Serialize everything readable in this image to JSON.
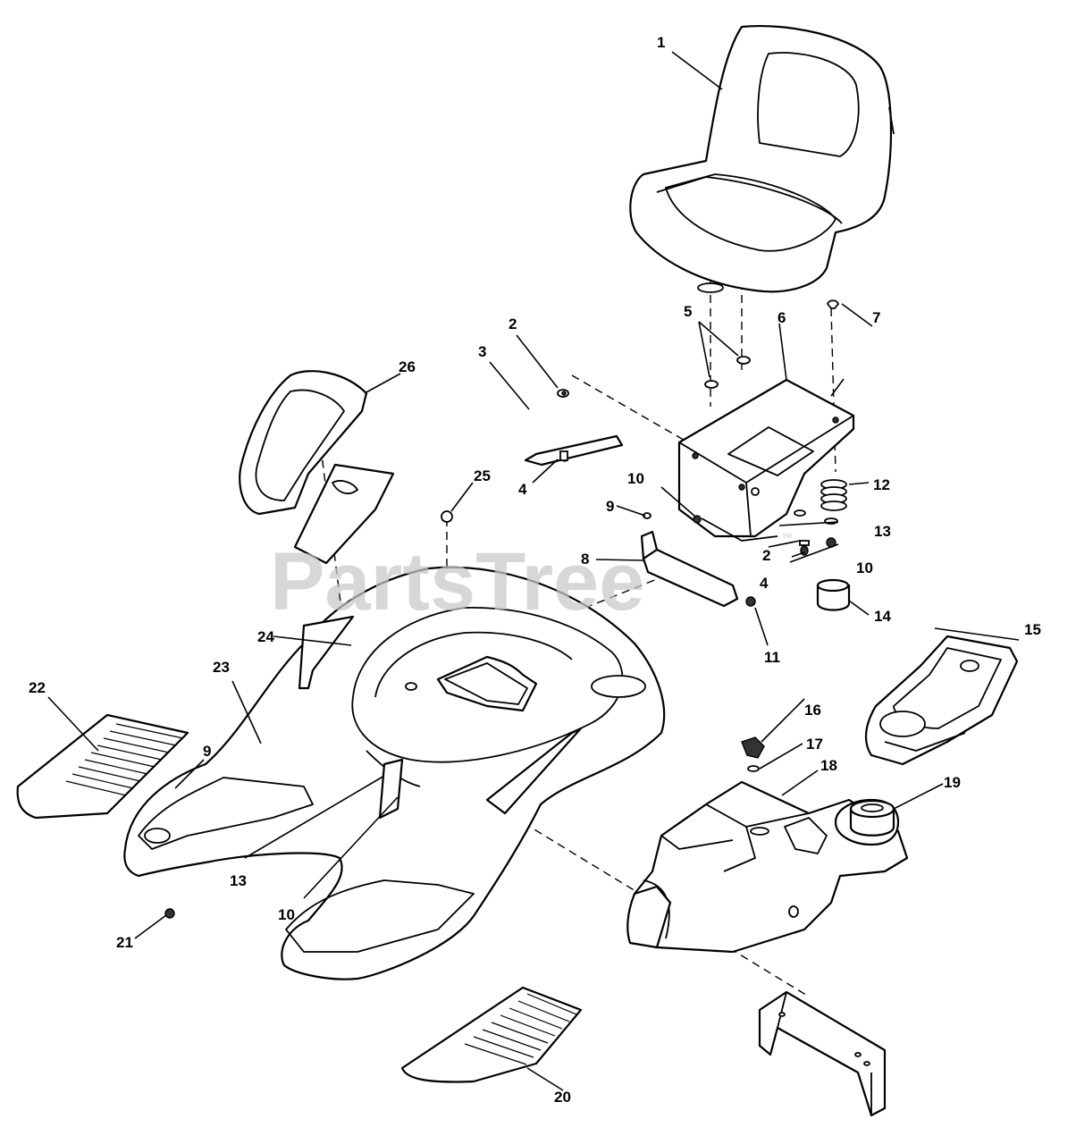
{
  "watermark": {
    "brand": "PartsTree",
    "trademark": "™"
  },
  "callouts": [
    {
      "key": "c1",
      "label": "1"
    },
    {
      "key": "c2a",
      "label": "2"
    },
    {
      "key": "c2b",
      "label": "2"
    },
    {
      "key": "c3",
      "label": "3"
    },
    {
      "key": "c4a",
      "label": "4"
    },
    {
      "key": "c4b",
      "label": "4"
    },
    {
      "key": "c5",
      "label": "5"
    },
    {
      "key": "c6",
      "label": "6"
    },
    {
      "key": "c7",
      "label": "7"
    },
    {
      "key": "c8",
      "label": "8"
    },
    {
      "key": "c9a",
      "label": "9"
    },
    {
      "key": "c9b",
      "label": "9"
    },
    {
      "key": "c10a",
      "label": "10"
    },
    {
      "key": "c10b",
      "label": "10"
    },
    {
      "key": "c10c",
      "label": "10"
    },
    {
      "key": "c11",
      "label": "11"
    },
    {
      "key": "c12",
      "label": "12"
    },
    {
      "key": "c13a",
      "label": "13"
    },
    {
      "key": "c13b",
      "label": "13"
    },
    {
      "key": "c14",
      "label": "14"
    },
    {
      "key": "c15",
      "label": "15"
    },
    {
      "key": "c16",
      "label": "16"
    },
    {
      "key": "c17",
      "label": "17"
    },
    {
      "key": "c18",
      "label": "18"
    },
    {
      "key": "c19",
      "label": "19"
    },
    {
      "key": "c20",
      "label": "20"
    },
    {
      "key": "c21",
      "label": "21"
    },
    {
      "key": "c22",
      "label": "22"
    },
    {
      "key": "c23",
      "label": "23"
    },
    {
      "key": "c24",
      "label": "24"
    },
    {
      "key": "c25",
      "label": "25"
    },
    {
      "key": "c26",
      "label": "26"
    }
  ]
}
